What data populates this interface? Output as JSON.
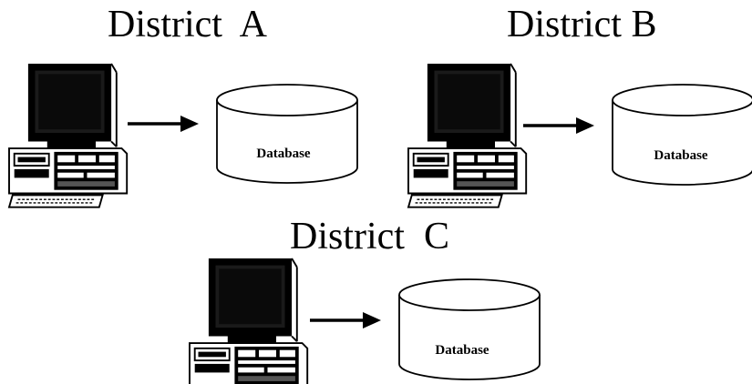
{
  "districts": [
    {
      "title": "District  A",
      "database_label": "Database"
    },
    {
      "title": "District B",
      "database_label": "Database"
    },
    {
      "title": "District  C",
      "database_label": "Database"
    }
  ]
}
